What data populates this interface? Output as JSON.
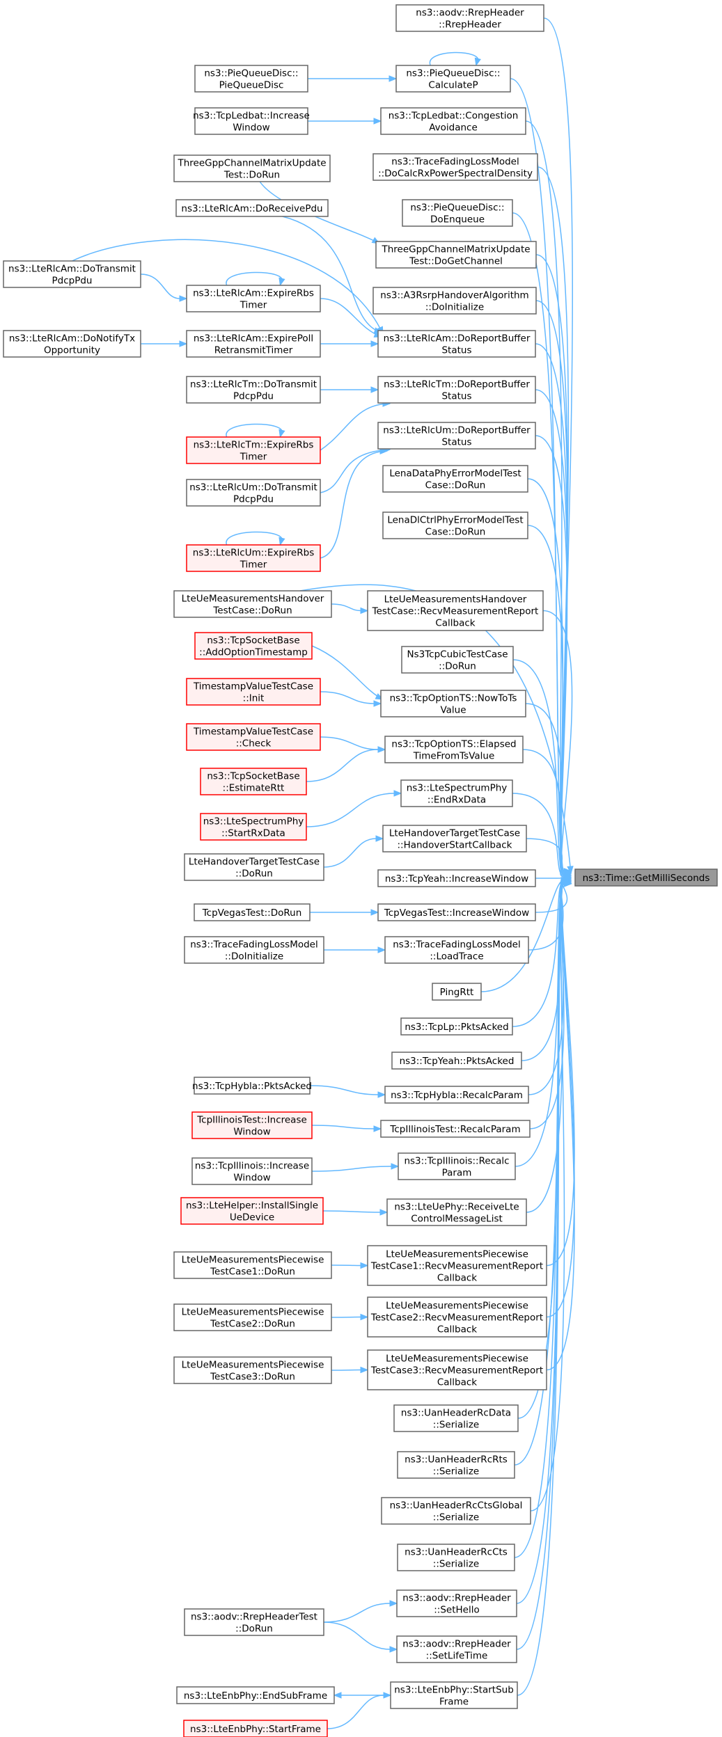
{
  "colors": {
    "edge": "#63b8ff",
    "node_border": "#666666",
    "node_fill": "#ffffff",
    "target_fill": "#999999",
    "highlight_border": "#ff0000",
    "highlight_fill": "#fff0f0"
  },
  "target": {
    "id": "target",
    "lines": [
      "ns3::Time::GetMilliSeconds"
    ]
  },
  "nodes": [
    {
      "id": "n1",
      "style": "normal",
      "lines": [
        "ns3::aodv::RrepHeader",
        "::RrepHeader"
      ]
    },
    {
      "id": "n2",
      "style": "normal",
      "lines": [
        "ns3::PieQueueDisc::",
        "CalculateP"
      ]
    },
    {
      "id": "n3",
      "style": "normal",
      "lines": [
        "ns3::PieQueueDisc::",
        "PieQueueDisc"
      ]
    },
    {
      "id": "n4",
      "style": "normal",
      "lines": [
        "ns3::TcpLedbat::Congestion",
        "Avoidance"
      ]
    },
    {
      "id": "n5",
      "style": "normal",
      "lines": [
        "ns3::TcpLedbat::Increase",
        "Window"
      ]
    },
    {
      "id": "n6",
      "style": "normal",
      "lines": [
        "ns3::TraceFadingLossModel",
        "::DoCalcRxPowerSpectralDensity"
      ]
    },
    {
      "id": "n7",
      "style": "normal",
      "lines": [
        "ThreeGppChannelMatrixUpdate",
        "Test::DoRun"
      ]
    },
    {
      "id": "n8",
      "style": "normal",
      "lines": [
        "ns3::PieQueueDisc::",
        "DoEnqueue"
      ]
    },
    {
      "id": "n9",
      "style": "normal",
      "lines": [
        "ns3::LteRlcAm::DoReceivePdu"
      ]
    },
    {
      "id": "n10",
      "style": "normal",
      "lines": [
        "ThreeGppChannelMatrixUpdate",
        "Test::DoGetChannel"
      ]
    },
    {
      "id": "n11",
      "style": "normal",
      "lines": [
        "ns3::LteRlcAm::DoTransmit",
        "PdcpPdu"
      ]
    },
    {
      "id": "n12",
      "style": "normal",
      "lines": [
        "ns3::LteRlcAm::ExpireRbs",
        "Timer"
      ]
    },
    {
      "id": "n13",
      "style": "normal",
      "lines": [
        "ns3::A3RsrpHandoverAlgorithm",
        "::DoInitialize"
      ]
    },
    {
      "id": "n14",
      "style": "normal",
      "lines": [
        "ns3::LteRlcAm::DoNotifyTx",
        "Opportunity"
      ]
    },
    {
      "id": "n15",
      "style": "normal",
      "lines": [
        "ns3::LteRlcAm::ExpirePoll",
        "RetransmitTimer"
      ]
    },
    {
      "id": "n16",
      "style": "normal",
      "lines": [
        "ns3::LteRlcAm::DoReportBuffer",
        "Status"
      ]
    },
    {
      "id": "n17",
      "style": "normal",
      "lines": [
        "ns3::LteRlcTm::DoTransmit",
        "PdcpPdu"
      ]
    },
    {
      "id": "n18",
      "style": "normal",
      "lines": [
        "ns3::LteRlcTm::DoReportBuffer",
        "Status"
      ]
    },
    {
      "id": "n19",
      "style": "red",
      "lines": [
        "ns3::LteRlcTm::ExpireRbs",
        "Timer"
      ]
    },
    {
      "id": "n20",
      "style": "normal",
      "lines": [
        "ns3::LteRlcUm::DoReportBuffer",
        "Status"
      ]
    },
    {
      "id": "n21",
      "style": "normal",
      "lines": [
        "ns3::LteRlcUm::DoTransmit",
        "PdcpPdu"
      ]
    },
    {
      "id": "n22",
      "style": "normal",
      "lines": [
        "LenaDataPhyErrorModelTest",
        "Case::DoRun"
      ]
    },
    {
      "id": "n23",
      "style": "red",
      "lines": [
        "ns3::LteRlcUm::ExpireRbs",
        "Timer"
      ]
    },
    {
      "id": "n24",
      "style": "normal",
      "lines": [
        "LenaDlCtrlPhyErrorModelTest",
        "Case::DoRun"
      ]
    },
    {
      "id": "n25",
      "style": "normal",
      "lines": [
        "LteUeMeasurementsHandover",
        "TestCase::DoRun"
      ]
    },
    {
      "id": "n26",
      "style": "normal",
      "lines": [
        "LteUeMeasurementsHandover",
        "TestCase::RecvMeasurementReport",
        "Callback"
      ]
    },
    {
      "id": "n27",
      "style": "red",
      "lines": [
        "ns3::TcpSocketBase",
        "::AddOptionTimestamp"
      ]
    },
    {
      "id": "n28",
      "style": "normal",
      "lines": [
        "Ns3TcpCubicTestCase",
        "::DoRun"
      ]
    },
    {
      "id": "n29",
      "style": "red",
      "lines": [
        "TimestampValueTestCase",
        "::Init"
      ]
    },
    {
      "id": "n30",
      "style": "normal",
      "lines": [
        "ns3::TcpOptionTS::NowToTs",
        "Value"
      ]
    },
    {
      "id": "n31",
      "style": "red",
      "lines": [
        "TimestampValueTestCase",
        "::Check"
      ]
    },
    {
      "id": "n32",
      "style": "normal",
      "lines": [
        "ns3::TcpOptionTS::Elapsed",
        "TimeFromTsValue"
      ]
    },
    {
      "id": "n33",
      "style": "red",
      "lines": [
        "ns3::TcpSocketBase",
        "::EstimateRtt"
      ]
    },
    {
      "id": "n34",
      "style": "normal",
      "lines": [
        "ns3::LteSpectrumPhy",
        "::EndRxData"
      ]
    },
    {
      "id": "n35",
      "style": "red",
      "lines": [
        "ns3::LteSpectrumPhy",
        "::StartRxData"
      ]
    },
    {
      "id": "n36",
      "style": "normal",
      "lines": [
        "LteHandoverTargetTestCase",
        "::HandoverStartCallback"
      ]
    },
    {
      "id": "n37",
      "style": "normal",
      "lines": [
        "LteHandoverTargetTestCase",
        "::DoRun"
      ]
    },
    {
      "id": "n38",
      "style": "normal",
      "lines": [
        "ns3::TcpYeah::IncreaseWindow"
      ]
    },
    {
      "id": "n39",
      "style": "normal",
      "lines": [
        "TcpVegasTest::DoRun"
      ]
    },
    {
      "id": "n40",
      "style": "normal",
      "lines": [
        "TcpVegasTest::IncreaseWindow"
      ]
    },
    {
      "id": "n41",
      "style": "normal",
      "lines": [
        "ns3::TraceFadingLossModel",
        "::DoInitialize"
      ]
    },
    {
      "id": "n42",
      "style": "normal",
      "lines": [
        "ns3::TraceFadingLossModel",
        "::LoadTrace"
      ]
    },
    {
      "id": "n43",
      "style": "normal",
      "lines": [
        "PingRtt"
      ]
    },
    {
      "id": "n44",
      "style": "normal",
      "lines": [
        "ns3::TcpLp::PktsAcked"
      ]
    },
    {
      "id": "n45",
      "style": "normal",
      "lines": [
        "ns3::TcpYeah::PktsAcked"
      ]
    },
    {
      "id": "n46",
      "style": "normal",
      "lines": [
        "ns3::TcpHybla::PktsAcked"
      ]
    },
    {
      "id": "n47",
      "style": "normal",
      "lines": [
        "ns3::TcpHybla::RecalcParam"
      ]
    },
    {
      "id": "n48",
      "style": "red",
      "lines": [
        "TcpIllinoisTest::Increase",
        "Window"
      ]
    },
    {
      "id": "n49",
      "style": "normal",
      "lines": [
        "TcpIllinoisTest::RecalcParam"
      ]
    },
    {
      "id": "n50",
      "style": "normal",
      "lines": [
        "ns3::TcpIllinois::Increase",
        "Window"
      ]
    },
    {
      "id": "n51",
      "style": "normal",
      "lines": [
        "ns3::TcpIllinois::Recalc",
        "Param"
      ]
    },
    {
      "id": "n52",
      "style": "red",
      "lines": [
        "ns3::LteHelper::InstallSingle",
        "UeDevice"
      ]
    },
    {
      "id": "n53",
      "style": "normal",
      "lines": [
        "ns3::LteUePhy::ReceiveLte",
        "ControlMessageList"
      ]
    },
    {
      "id": "n54",
      "style": "normal",
      "lines": [
        "LteUeMeasurementsPiecewise",
        "TestCase1::DoRun"
      ]
    },
    {
      "id": "n55",
      "style": "normal",
      "lines": [
        "LteUeMeasurementsPiecewise",
        "TestCase1::RecvMeasurementReport",
        "Callback"
      ]
    },
    {
      "id": "n56",
      "style": "normal",
      "lines": [
        "LteUeMeasurementsPiecewise",
        "TestCase2::DoRun"
      ]
    },
    {
      "id": "n57",
      "style": "normal",
      "lines": [
        "LteUeMeasurementsPiecewise",
        "TestCase2::RecvMeasurementReport",
        "Callback"
      ]
    },
    {
      "id": "n58",
      "style": "normal",
      "lines": [
        "LteUeMeasurementsPiecewise",
        "TestCase3::DoRun"
      ]
    },
    {
      "id": "n59",
      "style": "normal",
      "lines": [
        "LteUeMeasurementsPiecewise",
        "TestCase3::RecvMeasurementReport",
        "Callback"
      ]
    },
    {
      "id": "n60",
      "style": "normal",
      "lines": [
        "ns3::UanHeaderRcData",
        "::Serialize"
      ]
    },
    {
      "id": "n61",
      "style": "normal",
      "lines": [
        "ns3::UanHeaderRcRts",
        "::Serialize"
      ]
    },
    {
      "id": "n62",
      "style": "normal",
      "lines": [
        "ns3::UanHeaderRcCtsGlobal",
        "::Serialize"
      ]
    },
    {
      "id": "n63",
      "style": "normal",
      "lines": [
        "ns3::UanHeaderRcCts",
        "::Serialize"
      ]
    },
    {
      "id": "n64",
      "style": "normal",
      "lines": [
        "ns3::aodv::RrepHeader",
        "::SetHello"
      ]
    },
    {
      "id": "n65",
      "style": "normal",
      "lines": [
        "ns3::aodv::RrepHeaderTest",
        "::DoRun"
      ]
    },
    {
      "id": "n66",
      "style": "normal",
      "lines": [
        "ns3::aodv::RrepHeader",
        "::SetLifeTime"
      ]
    },
    {
      "id": "n67",
      "style": "normal",
      "lines": [
        "ns3::LteEnbPhy::StartSub",
        "Frame"
      ]
    },
    {
      "id": "n68",
      "style": "normal",
      "lines": [
        "ns3::LteEnbPhy::EndSubFrame"
      ]
    },
    {
      "id": "n69",
      "style": "red",
      "lines": [
        "ns3::LteEnbPhy::StartFrame"
      ]
    }
  ]
}
